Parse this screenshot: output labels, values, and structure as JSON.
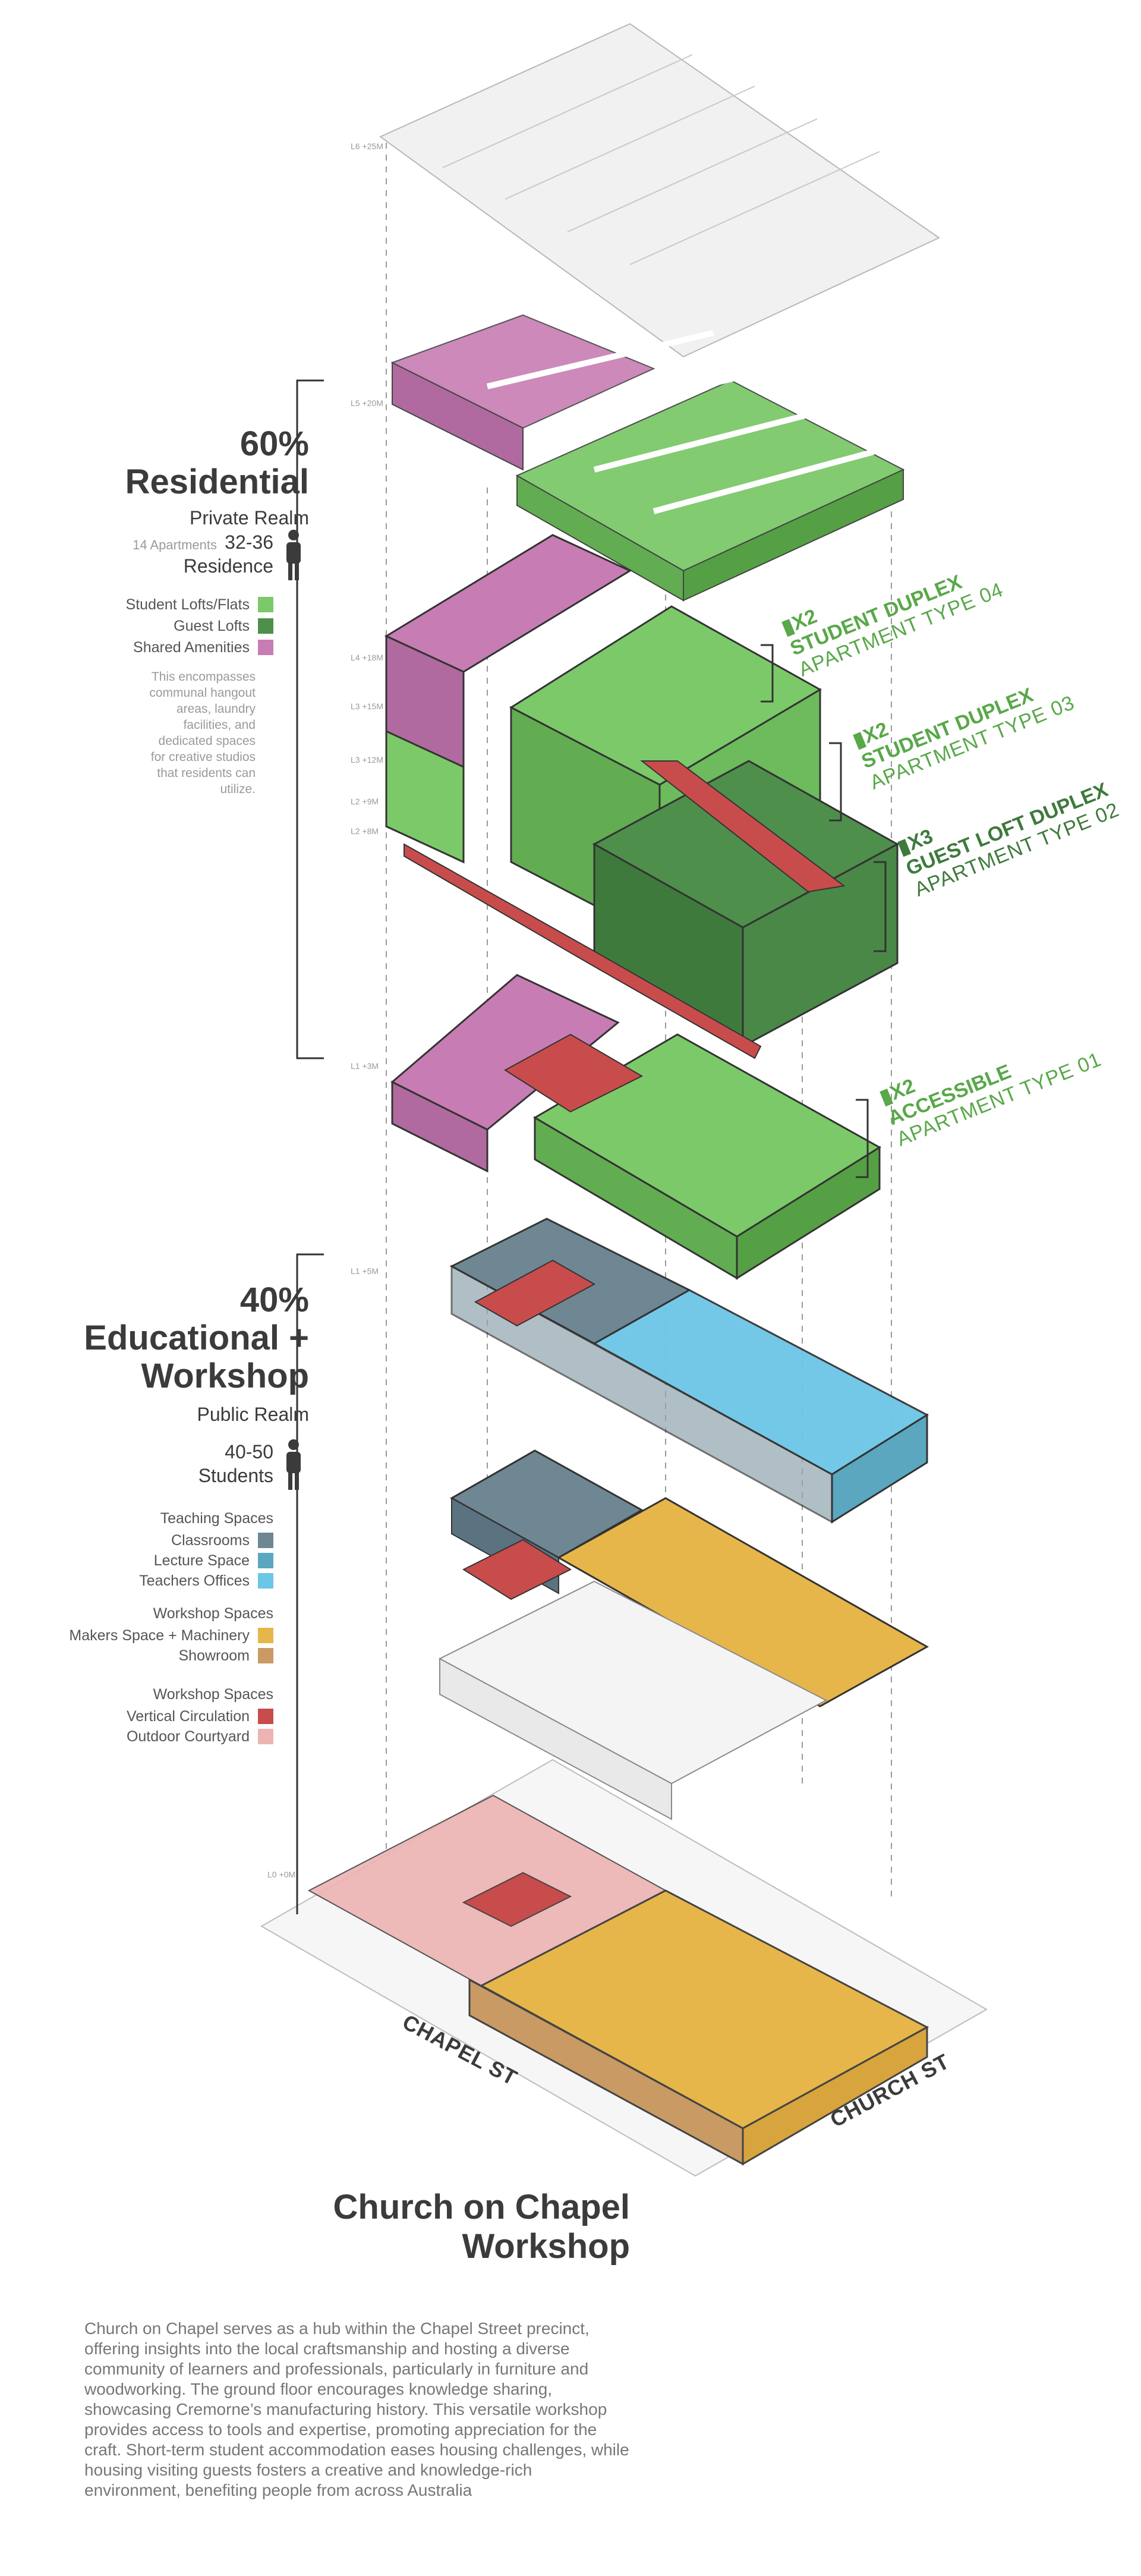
{
  "residential": {
    "percent": "60%",
    "label": "Residential",
    "realm": "Private Realm",
    "apartments_note": "14 Apartments",
    "count": "32-36",
    "count_label": "Residence",
    "legend": [
      {
        "label": "Student Lofts/Flats",
        "color": "#7cc96a"
      },
      {
        "label": "Guest Lofts",
        "color": "#4f8f4c"
      },
      {
        "label": "Shared Amenities",
        "color": "#c77db3"
      }
    ],
    "note": "This encompasses communal hangout areas, laundry facilities, and dedicated spaces for creative studios that residents can utilize."
  },
  "educational": {
    "percent": "40%",
    "label_line1": "Educational +",
    "label_line2": "Workshop",
    "realm": "Public Realm",
    "count": "40-50",
    "count_label": "Students",
    "groups": [
      {
        "heading": "Teaching Spaces",
        "items": [
          {
            "label": "Classrooms",
            "color": "#6f8793"
          },
          {
            "label": "Lecture  Space",
            "color": "#5aa7bf"
          },
          {
            "label": "Teachers Offices",
            "color": "#6cc6e6"
          }
        ]
      },
      {
        "heading": "Workshop Spaces",
        "items": [
          {
            "label": "Makers Space + Machinery",
            "color": "#e7b64a"
          },
          {
            "label": "Showroom",
            "color": "#c99a64"
          }
        ]
      },
      {
        "heading": "Workshop Spaces",
        "items": [
          {
            "label": "Vertical Circulation",
            "color": "#c94c4c"
          },
          {
            "label": "Outdoor Courtyard",
            "color": "#eeb3b3"
          }
        ]
      }
    ]
  },
  "apartments": [
    {
      "count": "X2",
      "title": "STUDENT DUPLEX",
      "type": "APARTMENT TYPE 04",
      "dark": false
    },
    {
      "count": "X2",
      "title": "STUDENT DUPLEX",
      "type": "APARTMENT TYPE 03",
      "dark": false
    },
    {
      "count": "X3",
      "title": "GUEST LOFT DUPLEX",
      "type": "APARTMENT TYPE 02",
      "dark": true
    },
    {
      "count": "X2",
      "title": "ACCESSIBLE",
      "type": "APARTMENT TYPE 01",
      "dark": false
    }
  ],
  "level_markers": [
    "L6 +25M",
    "L5 +20M",
    "L4 +18M",
    "L3 +15M",
    "L3 +12M",
    "L2 +9M",
    "L2 +8M",
    "L1 +3M",
    "L1 +5M",
    "L0 +0M"
  ],
  "streets": {
    "chapel": "CHAPEL ST",
    "church": "CHURCH ST"
  },
  "title_line1": "Church on Chapel",
  "title_line2": "Workshop",
  "description": "Church on Chapel serves as a hub within the Chapel Street precinct, offering insights into the local craftsmanship and hosting a diverse community of learners and professionals, particularly in furniture and woodworking. The ground floor encourages knowledge sharing, showcasing Cremorne’s manufacturing history. This versatile workshop provides access to tools and expertise, promoting appreciation for the craft. Short-term student accommodation eases housing challenges, while housing visiting guests fosters a creative and knowledge-rich environment, benefiting people from across Australia",
  "colors": {
    "student": "#7cc96a",
    "guest": "#4f8f4c",
    "amenity": "#c77db3",
    "classroom": "#6f8793",
    "lecture": "#5aa7bf",
    "offices": "#6cc6e6",
    "makers": "#e7b64a",
    "showroom": "#c99a64",
    "circulation": "#c94c4c",
    "courtyard": "#eeb3b3"
  }
}
